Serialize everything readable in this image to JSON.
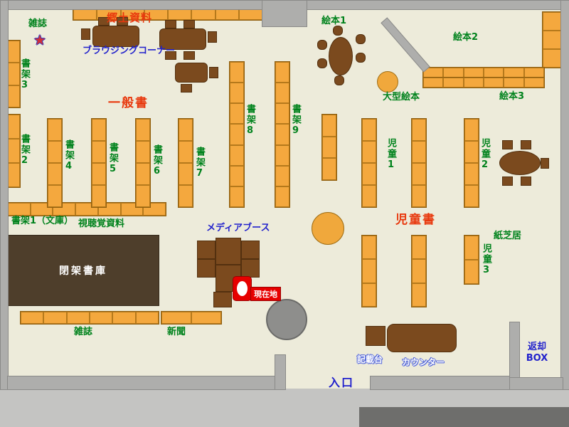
{
  "type": "library-floor-map",
  "labels": {
    "magazines_top": "雑誌",
    "local_materials": "郷土資料",
    "browsing_corner": "ブラウジングコーナー",
    "picture_books_1": "絵本1",
    "picture_books_2": "絵本2",
    "picture_books_3": "絵本3",
    "large_picture_books": "大型絵本",
    "shelf_3": "書架3",
    "shelf_2": "書架2",
    "general_books": "一般書",
    "shelf_4": "書架4",
    "shelf_5": "書架5",
    "shelf_6": "書架6",
    "shelf_7": "書架7",
    "shelf_8": "書架8",
    "shelf_9": "書架9",
    "children_1": "児童1",
    "children_2": "児童2",
    "children_3": "児童3",
    "children_books": "児童書",
    "picture_story": "紙芝居",
    "shelf_1_bunko": "書架1（文庫）",
    "audio_visual": "視聴覚資料",
    "media_booth": "メディアブース",
    "closed_stacks": "閉架書庫",
    "current_location": "現在地",
    "magazines_bottom": "雑誌",
    "newspapers": "新聞",
    "writing_desk": "記載台",
    "counter": "カウンター",
    "return_line1": "返却",
    "return_line2": "BOX",
    "entrance": "入口"
  },
  "icons": {
    "magazine_star": "★"
  },
  "colors": {
    "floor": "#EDEBDA",
    "wall": "#AEAEAC",
    "shelf_orange": "#F4A83E",
    "furniture_brown": "#7B4A1E",
    "closed_stacks_brown": "#4E3E2B",
    "label_green": "#00821C",
    "label_red": "#E8380D",
    "label_blue": "#2222CC",
    "current_location_red": "#E60000"
  }
}
